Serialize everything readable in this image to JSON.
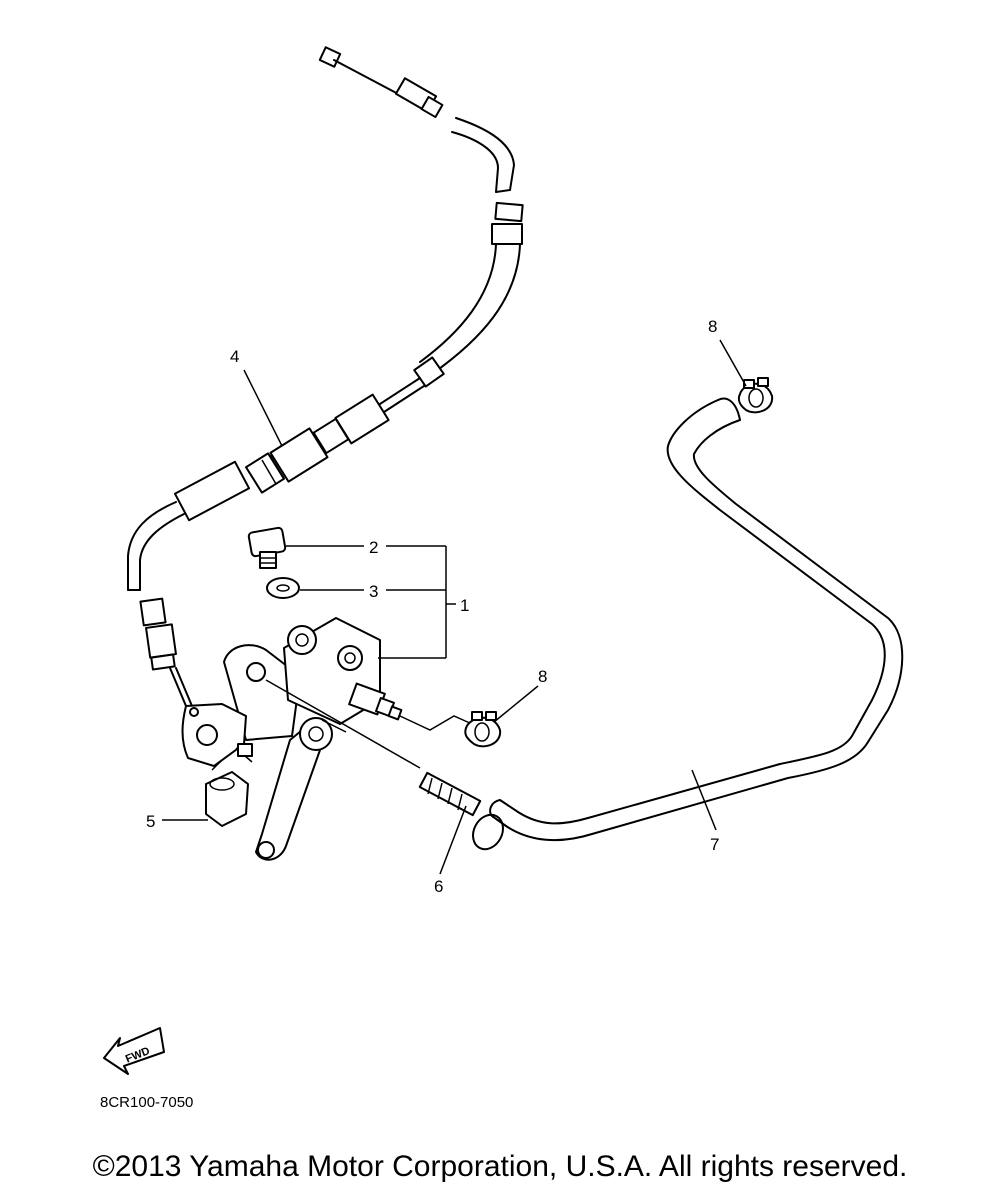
{
  "diagram": {
    "callouts": [
      "1",
      "2",
      "3",
      "4",
      "5",
      "6",
      "7",
      "8",
      "8"
    ],
    "fwd_label": "FWD",
    "reference_code": "8CR100-7050",
    "copyright": "©2013 Yamaha Motor Corporation, U.S.A. All rights reserved."
  }
}
